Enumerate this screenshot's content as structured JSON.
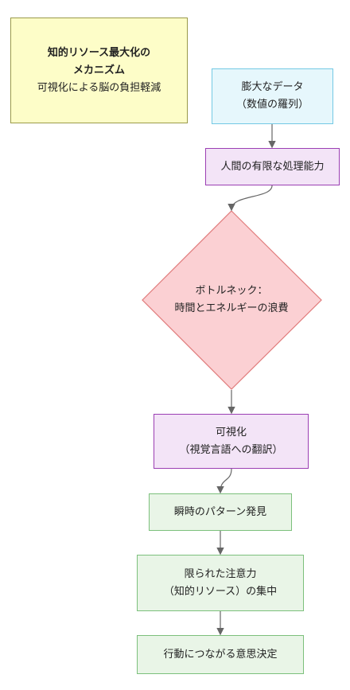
{
  "title": {
    "line1": "知的リソース最大化の",
    "line2": "メカニズム",
    "line3": "可視化による脳の負担軽減"
  },
  "nodes": {
    "data": {
      "line1": "膨大なデータ",
      "line2": "（数値の羅列）"
    },
    "limit": {
      "line1": "人間の有限な処理能力"
    },
    "bottleneck": {
      "line1": "ボトルネック：",
      "line2": "時間とエネルギーの浪費"
    },
    "visualize": {
      "line1": "可視化",
      "line2": "（視覚言語への翻訳）"
    },
    "pattern": {
      "line1": "瞬時のパターン発見"
    },
    "attention": {
      "line1": "限られた注意力",
      "line2": "（知的リソース）の集中"
    },
    "decision": {
      "line1": "行動につながる意思決定"
    }
  },
  "colors": {
    "title_fill": "#fdfdc8",
    "blue_fill": "#e6f7fc",
    "purple_fill": "#f3e4f7",
    "red_fill": "#fbd0d3",
    "green_fill": "#e9f5e7",
    "edge": "#666666"
  }
}
